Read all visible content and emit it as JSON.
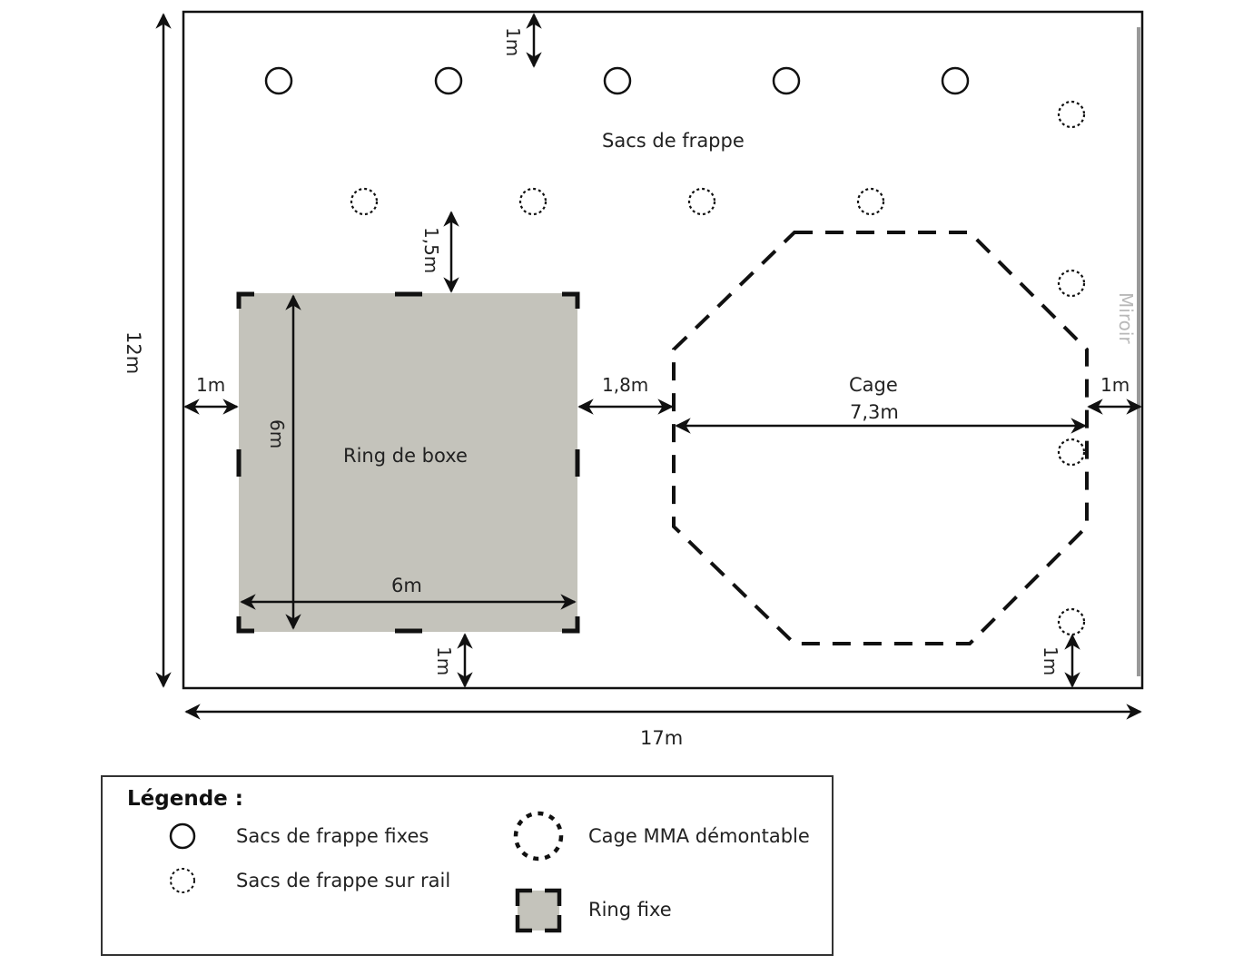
{
  "plan": {
    "title_area": "Sacs de frappe",
    "width_label": "17m",
    "height_label": "12m",
    "mirror_label": "Miroir",
    "ring": {
      "name": "Ring de boxe",
      "width_label": "6m",
      "height_label": "6m",
      "fill": "#c4c3bb"
    },
    "cage": {
      "name": "Cage",
      "width_label": "7,3m"
    },
    "distances": {
      "top_to_bags": "1m",
      "bags_to_ring": "1,5m",
      "wall_to_ring": "1m",
      "ring_to_cage": "1,8m",
      "cage_to_wall": "1m",
      "ring_to_bottom": "1m",
      "bag_to_bottom": "1m"
    },
    "fixed_bag_count": 5,
    "rail_bag_count": 8
  },
  "legend": {
    "title": "Légende :",
    "items": [
      {
        "label": "Sacs de frappe fixes",
        "symbol": "solid-circle"
      },
      {
        "label": "Sacs de frappe sur rail",
        "symbol": "dotted-circle"
      },
      {
        "label": "Cage MMA démontable",
        "symbol": "dotted-octagon"
      },
      {
        "label": "Ring fixe",
        "symbol": "dashed-square"
      }
    ]
  }
}
